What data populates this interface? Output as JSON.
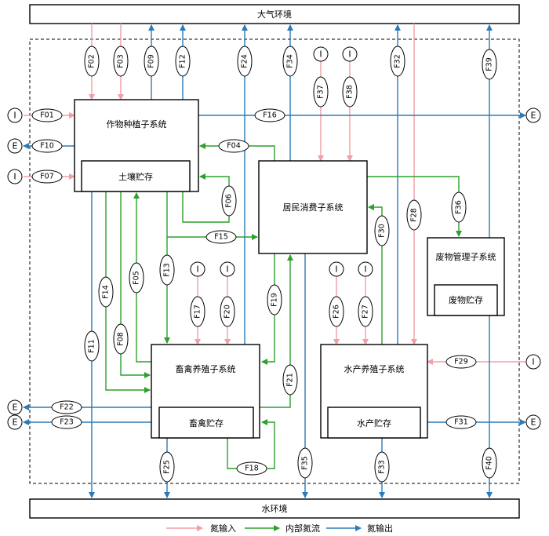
{
  "title_top": "大气环境",
  "title_bottom": "水环境",
  "boxes": {
    "crop": "作物种植子系统",
    "soil": "土壤贮存",
    "resident": "居民消费子系统",
    "waste": "废物管理子系统",
    "waste_store": "废物贮存",
    "livestock": "畜禽养殖子系统",
    "livestock_store": "畜禽贮存",
    "aqua": "水产养殖子系统",
    "aqua_store": "水产贮存"
  },
  "io": {
    "input": "I",
    "export": "E"
  },
  "flows": [
    "F01",
    "F02",
    "F03",
    "F04",
    "F05",
    "F06",
    "F07",
    "F08",
    "F09",
    "F10",
    "F11",
    "F12",
    "F13",
    "F14",
    "F15",
    "F16",
    "F17",
    "F18",
    "F19",
    "F20",
    "F21",
    "F22",
    "F23",
    "F24",
    "F25",
    "F26",
    "F27",
    "F28",
    "F29",
    "F30",
    "F31",
    "F32",
    "F33",
    "F34",
    "F35",
    "F36",
    "F37",
    "F38",
    "F39",
    "F40"
  ],
  "legend": {
    "input": "氮输入",
    "internal": "内部氮流",
    "output": "氮输出",
    "colors": {
      "input": "#f29ea6",
      "internal": "#2ca02c",
      "output": "#2b7bb9"
    }
  }
}
